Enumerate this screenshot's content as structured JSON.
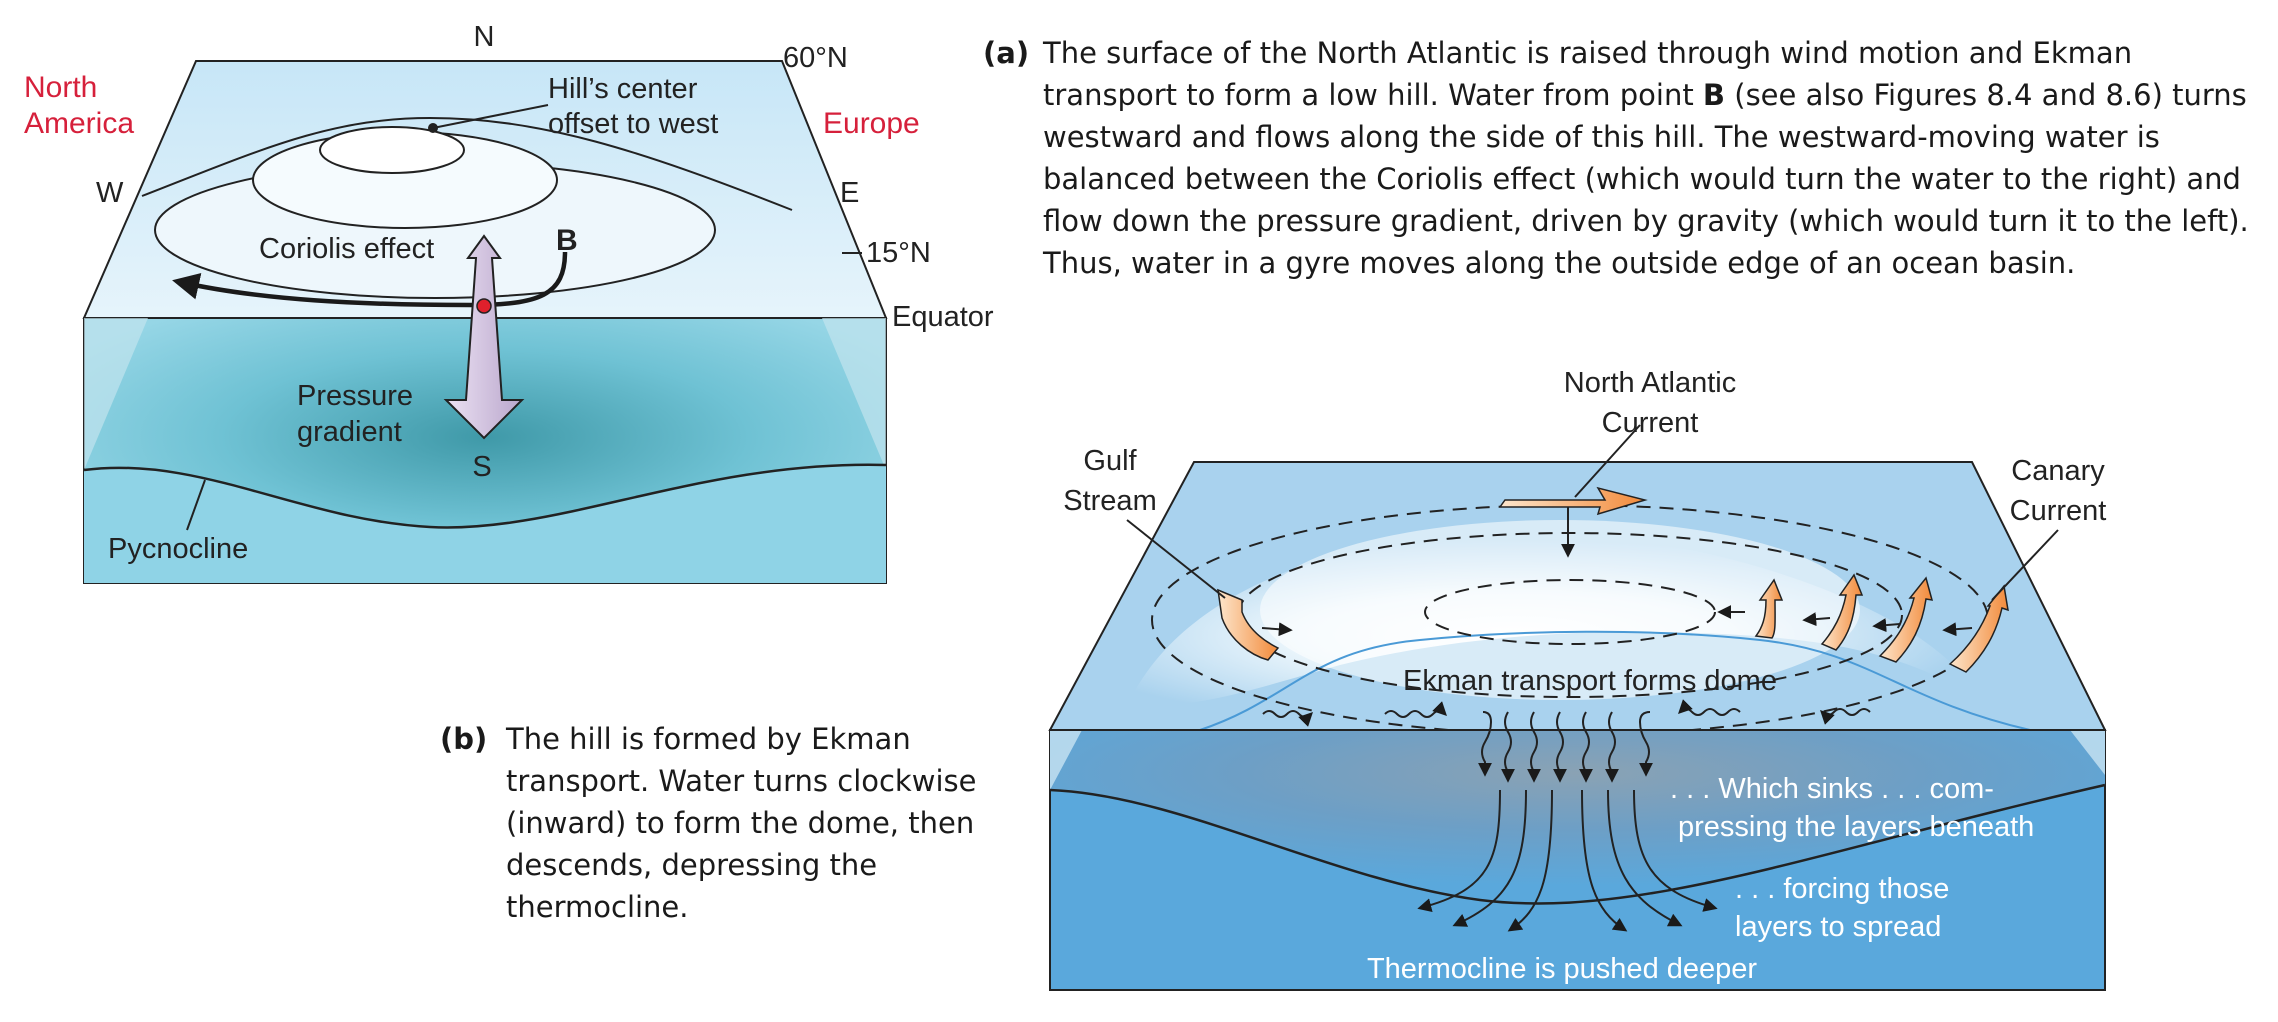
{
  "panel_a": {
    "labels": {
      "north": "N",
      "lat_60": "60°N",
      "lat_15": "15°N",
      "equator": "Equator",
      "west": "W",
      "east": "E",
      "south": "S",
      "north_america_1": "North",
      "north_america_2": "America",
      "europe": "Europe",
      "hill_center_1": "Hill’s center",
      "hill_center_2": "offset to west",
      "coriolis": "Coriolis effect",
      "point_b": "B",
      "pressure_1": "Pressure",
      "pressure_2": "gradient",
      "pycnocline": "Pycnocline"
    },
    "caption": {
      "tag": "(a)",
      "part1": "The surface of the North Atlantic is raised through wind motion and Ekman transport to form a low hill. Water from point ",
      "bold": "B",
      "part2": " (see also Figures 8.4 and 8.6) turns westward and flows along the side of this hill. The westward-moving water is balanced between the Coriolis effect (which would turn the water to the right) and flow down the pressure gradient, driven by gravity (which would turn it to the left). Thus, water in a gyre moves along the outside edge of an ocean basin."
    }
  },
  "panel_b": {
    "labels": {
      "nac_1": "North Atlantic",
      "nac_2": "Current",
      "gulf_1": "Gulf",
      "gulf_2": "Stream",
      "canary_1": "Canary",
      "canary_2": "Current",
      "ekman_dome": "Ekman transport forms dome",
      "sinks_1": ". . . Which sinks . . . com-",
      "sinks_2": "pressing the layers beneath",
      "forcing_1": ". . . forcing those",
      "forcing_2": "layers to spread",
      "thermocline": "Thermocline is pushed deeper"
    },
    "caption": {
      "tag": "(b)",
      "text": "The hill is formed by Ekman transport. Water turns clockwise (inward) to form the dome, then descends, depressing the thermocline."
    }
  },
  "colors": {
    "label_red": "#d6203b",
    "ocean_surface": "#c8e6f6",
    "ocean_side": "#8fd3e6",
    "deep_water": "#5aa8dc",
    "arrow_orange": "#f6a25a",
    "pressure_arrow": "#cfc0dc"
  }
}
